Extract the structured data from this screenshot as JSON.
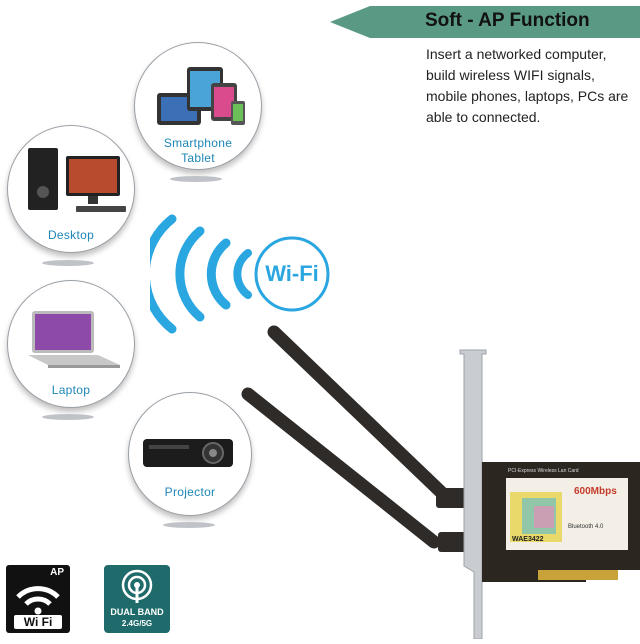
{
  "banner": {
    "title": "Soft - AP Function",
    "description": "Insert a networked computer, build wireless WIFI signals, mobile phones, laptops, PCs are able to connected.",
    "color": "#5a9a84"
  },
  "devices": [
    {
      "id": "smartphone",
      "label_line1": "Smartphone",
      "label_line2": "Tablet",
      "icon": "tablet-phone-icon"
    },
    {
      "id": "desktop",
      "label": "Desktop",
      "icon": "desktop-icon"
    },
    {
      "id": "laptop",
      "label": "Laptop",
      "icon": "laptop-icon"
    },
    {
      "id": "projector",
      "label": "Projector",
      "icon": "projector-icon"
    }
  ],
  "wifi_logo": {
    "text": "Wi-Fi",
    "color": "#2aa6e0"
  },
  "badges": {
    "ap": {
      "top": "AP",
      "bottom": "Wi Fi"
    },
    "dual_band": {
      "line1": "DUAL BAND",
      "line2": "2.4G/5G",
      "color": "#1f6b6b"
    }
  },
  "card": {
    "model": "WAE3422",
    "speed": "600Mbps",
    "bluetooth": "Bluetooth 4.0",
    "header_text": "PCI-Express Wireless Lan Card"
  }
}
